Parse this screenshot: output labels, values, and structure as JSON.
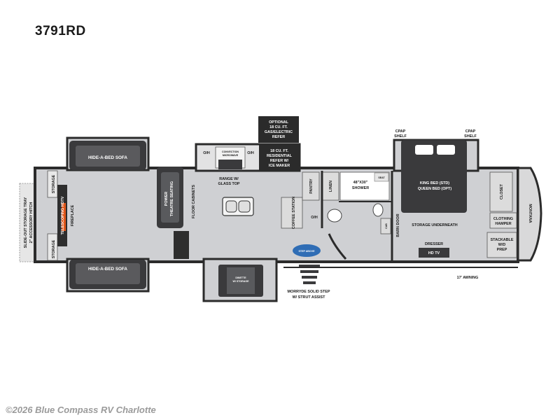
{
  "header": {
    "model": "3791RD"
  },
  "footer": {
    "watermark": "©2026 Blue Compass RV Charlotte"
  },
  "colors": {
    "wall": "#2b2b2b",
    "floor": "#cfd0d3",
    "furniture": "#3a3a3c",
    "accent_blue": "#2f6db5",
    "fire": "#e0571a"
  },
  "labels": {
    "slide_out_storage_tray": "SLIDE-OUT STORAGE TRAY",
    "accessory_hitch": "2\" ACCESSORY HITCH",
    "storage_top": "STORAGE",
    "storage_bottom": "STORAGE",
    "telescoping_hdtv": "TELESCOPING HDTV",
    "fireplace": "FIREPLACE",
    "hide_a_bed_top": "HIDE-A-BED SOFA",
    "hide_a_bed_bottom": "HIDE-A-BED SOFA",
    "power_theatre_seating": "POWER THEATRE SEATING",
    "floor_cabinets": "FLOOR CABINETS",
    "oh_left": "O/H",
    "convection_microwave": "CONVECTION MICROWAVE",
    "range": [
      "RANGE W/",
      "GLASS TOP"
    ],
    "optional_refer": [
      "OPTIONAL",
      "18 CU. FT.",
      "GAS/ELECTRIC",
      "REFER"
    ],
    "residential_refer": [
      "18 CU. FT.",
      "RESIDENTIAL",
      "REFER W/",
      "ICE MAKER"
    ],
    "coffee_station": "COFFEE STATION",
    "oh_right": "O/H",
    "pantry": "PANTRY",
    "linen": "LINEN",
    "shower": [
      "48\"X30\"",
      "SHOWER"
    ],
    "seat": "SEAT",
    "cab": "CAB",
    "barn_door": "BARN DOOR",
    "step_logo": "STEP ABOVE",
    "dinette": [
      "DINETTE",
      "W/ STORAGE"
    ],
    "morryde_step": [
      "MORRYDE SOLID STEP",
      "W/ STRUT ASSIST"
    ],
    "cpap_left": [
      "CPAP",
      "SHELF"
    ],
    "cpap_right": [
      "CPAP",
      "SHELF"
    ],
    "bed": [
      "KING BED (STD)",
      "QUEEN BED (OPT)"
    ],
    "storage_underneath": "STORAGE UNDERNEATH",
    "closet": "CLOSET",
    "clothing_hamper": [
      "CLOTHING",
      "HAMPER"
    ],
    "stackable": [
      "STACKABLE",
      "W/D",
      "PREP"
    ],
    "dresser": "DRESSER",
    "hd_tv": "HD TV",
    "awning": "17' AWNING",
    "brand": "MONTANA"
  }
}
